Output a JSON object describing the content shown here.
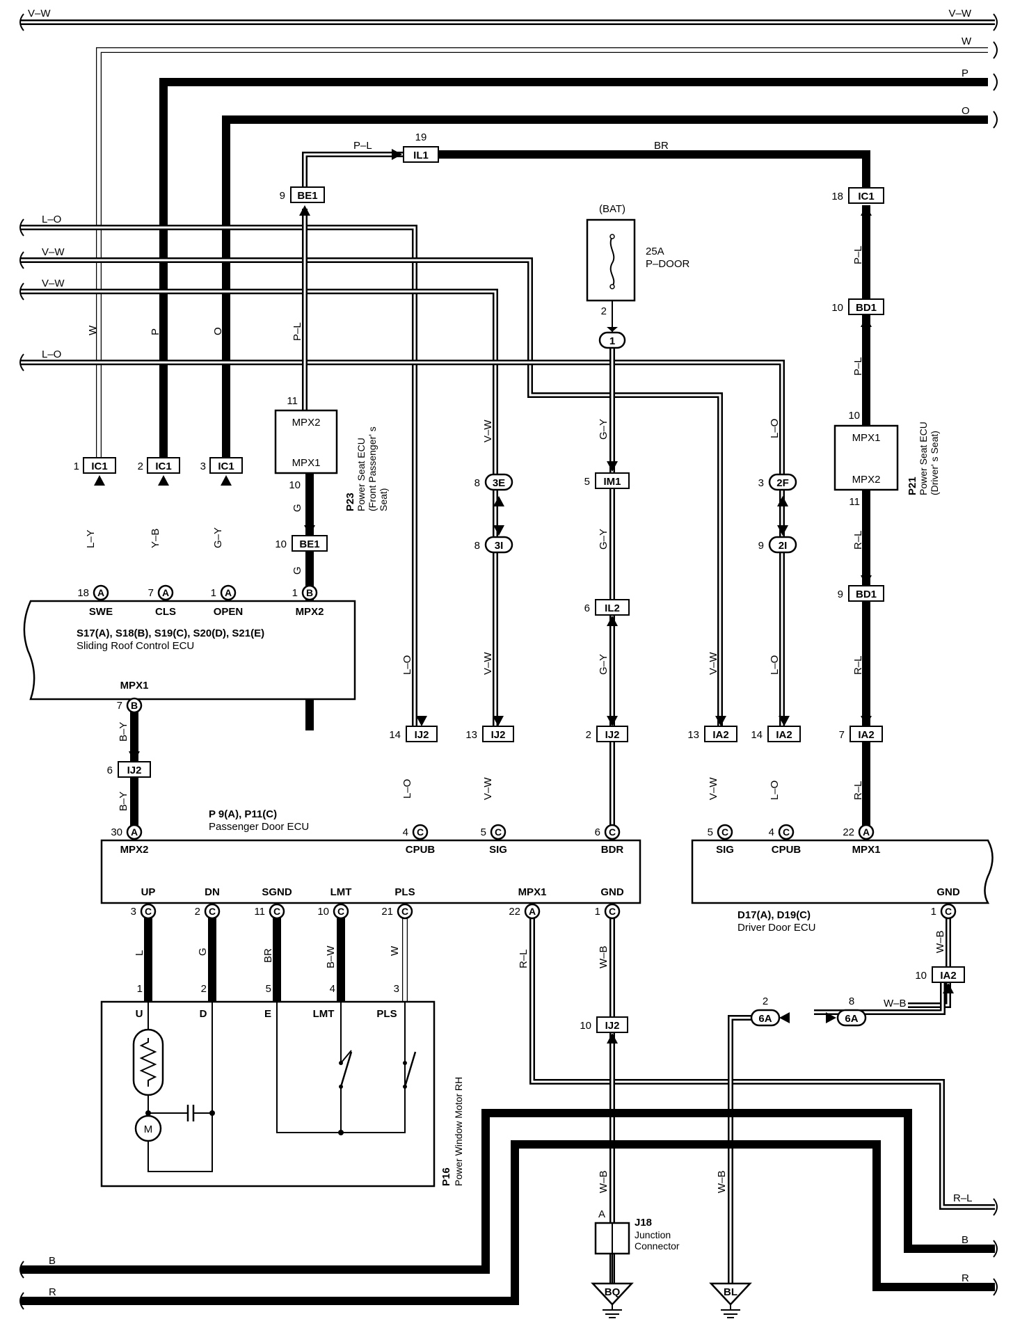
{
  "bus_wires": {
    "vw_top": "V–W",
    "w": "W",
    "p": "P",
    "o": "O",
    "lo_1": "L–O",
    "vw_2": "V–W",
    "vw_3": "V–W",
    "lo_4": "L–O",
    "b": "B",
    "r": "R",
    "rl": "R–L"
  },
  "wire_colors": {
    "pl_top": "P–L",
    "br_top": "BR",
    "w": "W",
    "p": "P",
    "o": "O",
    "pl_left": "P–L",
    "pl_right_1": "P–L",
    "pl_right_2": "P–L",
    "ly": "L–Y",
    "yb": "Y–B",
    "gy_left": "G–Y",
    "g1": "G",
    "g2": "G",
    "by1": "B–Y",
    "by2": "B–Y",
    "lo_a1": "L–O",
    "lo_a2": "L–O",
    "vw_a1": "V–W",
    "vw_a2": "V–W",
    "vw_a3": "V–W",
    "gy_a1": "G–Y",
    "gy_a2": "G–Y",
    "gy_a3": "G–Y",
    "vw_b1": "V–W",
    "vw_b2": "V–W",
    "lo_b0": "L–O",
    "lo_b1": "L–O",
    "lo_b2": "L–O",
    "rl_b1": "R–L",
    "rl_b2": "R–L",
    "rl_b3": "R–L",
    "l": "L",
    "g": "G",
    "br": "BR",
    "bw": "B–W",
    "w2": "W",
    "rl_mpx1": "R–L",
    "wb1": "W–B",
    "wb2": "W–B",
    "wb3": "W–B",
    "wb4": "W–B",
    "wb5": "W–B"
  },
  "connectors": {
    "IL1": {
      "code": "IL1",
      "pin": "19"
    },
    "BE1a": {
      "code": "BE1",
      "pin": "9"
    },
    "IC1_18": {
      "code": "IC1",
      "pin": "18"
    },
    "BD1a": {
      "code": "BD1",
      "pin": "10"
    },
    "IC1_1": {
      "code": "IC1",
      "pin": "1"
    },
    "IC1_2": {
      "code": "IC1",
      "pin": "2"
    },
    "IC1_3": {
      "code": "IC1",
      "pin": "3"
    },
    "BE1b": {
      "code": "BE1",
      "pin": "10"
    },
    "IM1": {
      "code": "IM1",
      "pin": "5"
    },
    "IL2": {
      "code": "IL2",
      "pin": "6"
    },
    "BD1b": {
      "code": "BD1",
      "pin": "9"
    },
    "IJ2_a": {
      "code": "IJ2",
      "pin": "6"
    },
    "IJ2_14": {
      "code": "IJ2",
      "pin": "14"
    },
    "IJ2_13": {
      "code": "IJ2",
      "pin": "13"
    },
    "IJ2_2": {
      "code": "IJ2",
      "pin": "2"
    },
    "IA2_13": {
      "code": "IA2",
      "pin": "13"
    },
    "IA2_14": {
      "code": "IA2",
      "pin": "14"
    },
    "IA2_7": {
      "code": "IA2",
      "pin": "7"
    },
    "IJ2_10": {
      "code": "IJ2",
      "pin": "10"
    },
    "IA2_10": {
      "code": "IA2",
      "pin": "10"
    }
  },
  "ovals": {
    "j1": {
      "code": "1",
      "pin": "2"
    },
    "3E": {
      "code": "3E",
      "pin": "8"
    },
    "3I": {
      "code": "3I",
      "pin": "8"
    },
    "2F": {
      "code": "2F",
      "pin": "3"
    },
    "2I": {
      "code": "2I",
      "pin": "9"
    },
    "6A_2": {
      "code": "6A",
      "pin": "2"
    },
    "6A_8": {
      "code": "6A",
      "pin": "8"
    }
  },
  "fuse": {
    "source": "(BAT)",
    "rating": "25A",
    "name": "P–DOOR"
  },
  "power_seat_passenger": {
    "pin_top": "11",
    "pin_bottom": "10",
    "mpx_top": "MPX2",
    "mpx_bottom": "MPX1",
    "code": "P23",
    "name": "Power Seat ECU",
    "detail_1": "(Front Passenger' s",
    "detail_2": "Seat)"
  },
  "power_seat_driver": {
    "pin_top": "10",
    "pin_bottom": "11",
    "mpx_top": "MPX1",
    "mpx_bottom": "MPX2",
    "code": "P21",
    "name": "Power Seat ECU",
    "detail": "(Driver' s Seat)"
  },
  "sliding_roof_ecu": {
    "codes": "S17(A), S18(B), S19(C), S20(D), S21(E)",
    "name": "Sliding Roof Control ECU",
    "terminals": {
      "swe": "SWE",
      "cls": "CLS",
      "open": "OPEN",
      "mpx2": "MPX2",
      "mpx1": "MPX1"
    },
    "pins": {
      "swe": "18",
      "cls": "7",
      "open": "1",
      "mpx2": "1",
      "mpx1": "7"
    },
    "letters": {
      "swe": "A",
      "cls": "A",
      "open": "A",
      "mpx2": "B",
      "mpx1": "B"
    }
  },
  "passenger_door_ecu": {
    "codes": "P 9(A), P11(C)",
    "name": "Passenger Door ECU",
    "terminals": {
      "mpx2": "MPX2",
      "cpub": "CPUB",
      "sig": "SIG",
      "bdr": "BDR",
      "up": "UP",
      "dn": "DN",
      "sgnd": "SGND",
      "lmt": "LMT",
      "pls": "PLS",
      "mpx1": "MPX1",
      "gnd": "GND"
    },
    "pins": {
      "mpx2": "30",
      "cpub": "4",
      "sig": "5",
      "bdr": "6",
      "up": "3",
      "dn": "2",
      "sgnd": "11",
      "lmt": "10",
      "pls": "21",
      "mpx1": "22",
      "gnd": "1"
    },
    "letters": {
      "mpx2": "A",
      "cpub": "C",
      "sig": "C",
      "bdr": "C",
      "up": "C",
      "dn": "C",
      "sgnd": "C",
      "lmt": "C",
      "pls": "C",
      "mpx1": "A",
      "gnd": "C"
    }
  },
  "driver_door_ecu": {
    "codes": "D17(A), D19(C)",
    "name": "Driver Door ECU",
    "terminals": {
      "sig": "SIG",
      "cpub": "CPUB",
      "mpx1": "MPX1",
      "gnd": "GND"
    },
    "pins": {
      "sig": "5",
      "cpub": "4",
      "mpx1": "22",
      "gnd": "1"
    },
    "letters": {
      "sig": "C",
      "cpub": "C",
      "mpx1": "A",
      "gnd": "C"
    }
  },
  "window_motor": {
    "code": "P16",
    "name": "Power Window Motor RH",
    "pins": [
      "1",
      "2",
      "5",
      "4",
      "3"
    ],
    "terms": [
      "U",
      "D",
      "E",
      "LMT",
      "PLS"
    ],
    "motor": "M"
  },
  "junction_connector": {
    "code": "J18",
    "name_1": "Junction",
    "name_2": "Connector",
    "pin": "A"
  },
  "grounds": {
    "bq": "BQ",
    "bl": "BL"
  }
}
